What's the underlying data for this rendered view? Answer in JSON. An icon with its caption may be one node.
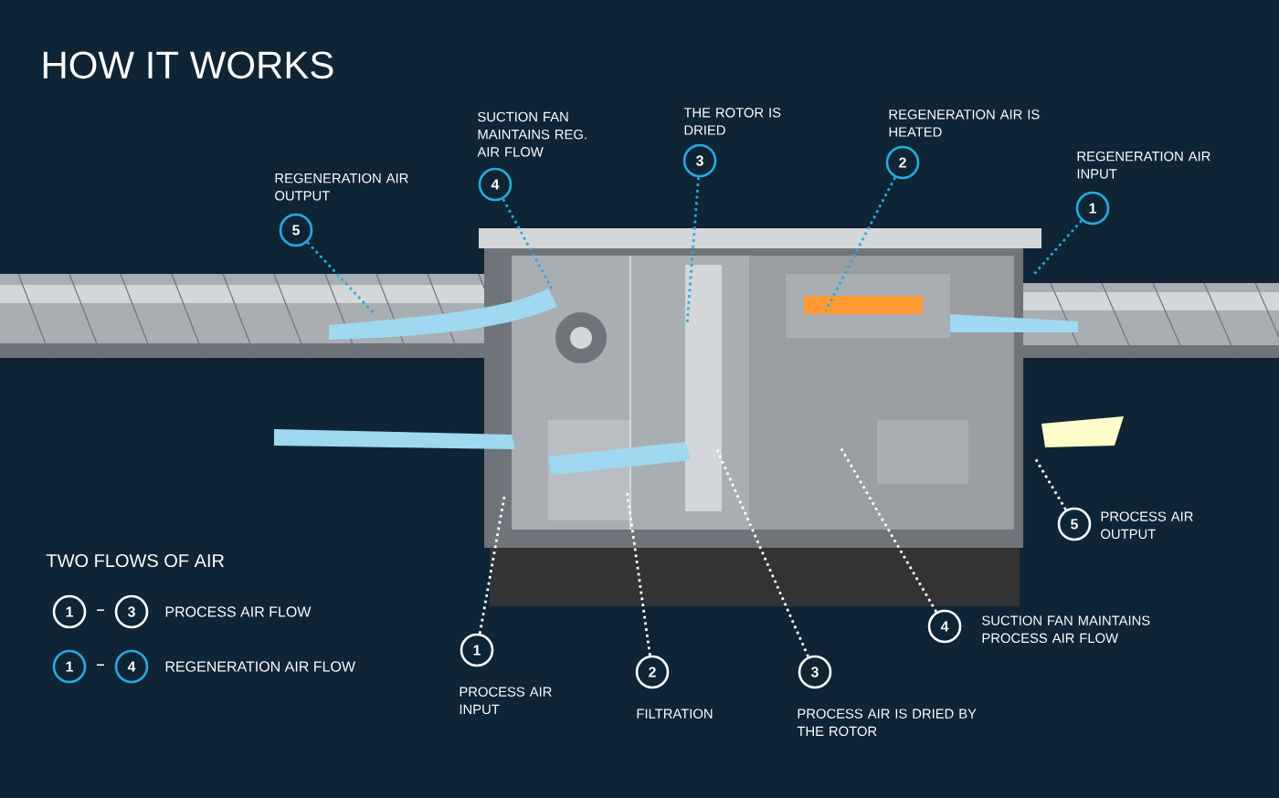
{
  "diagram": {
    "title": "HOW IT WORKS",
    "nodes": [
      {
        "text": [
          "4"
        ],
        "beside": [
          "SUCTION FAN MAINTAINS REG. AIR FLOW"
        ]
      },
      {
        "text": [
          "3"
        ],
        "beside": [
          "THE ROTOR IS DRIED"
        ]
      },
      {
        "text": [
          "2"
        ],
        "beside": [
          "REGENERATION AIR IS HEATED"
        ]
      },
      {
        "text": [
          "1"
        ],
        "beside": [
          "REGENERATION AIR INPUT"
        ]
      },
      {
        "text": [
          "5"
        ],
        "beside": [
          "REGENERATION AIR OUTPUT"
        ]
      },
      {
        "text": [
          "5"
        ],
        "beside": [
          "PROCESS AIR OUTPUT"
        ]
      },
      {
        "text": [
          "4"
        ],
        "beside": [
          "SUCTION FAN MAINTAINS PROCESS AIR FLOW"
        ]
      },
      {
        "text": [
          "1"
        ],
        "beside": [
          "PROCESS AIR INPUT"
        ]
      },
      {
        "text": [
          "2"
        ],
        "beside": [
          "FILTRATION"
        ]
      },
      {
        "text": [
          "3"
        ],
        "beside": [
          "PROCESS AIR IS DRIED BY THE ROTOR"
        ]
      },
      {
        "text": [
          "1"
        ]
      },
      {
        "text": [
          "3"
        ]
      },
      {
        "text": [
          "1"
        ]
      },
      {
        "text": [
          "4"
        ]
      }
    ],
    "edges": [
      {
        "from": 0,
        "to": null,
        "arrow": "none",
        "color": "#29a9e0"
      },
      {
        "from": 1,
        "to": null,
        "arrow": "none",
        "color": "#29a9e0"
      },
      {
        "from": 2,
        "to": null,
        "arrow": "none",
        "color": "#29a9e0"
      },
      {
        "from": 3,
        "to": null,
        "arrow": "none",
        "color": "#29a9e0"
      },
      {
        "from": 4,
        "to": null,
        "arrow": "none",
        "color": "#29a9e0"
      },
      {
        "from": 5,
        "to": null,
        "arrow": "none",
        "color": "#ffffff"
      },
      {
        "from": 6,
        "to": null,
        "arrow": "none",
        "color": "#ffffff"
      },
      {
        "from": 7,
        "to": null,
        "arrow": "none",
        "color": "#ffffff"
      },
      {
        "from": 8,
        "to": null,
        "arrow": "none",
        "color": "#ffffff"
      },
      {
        "from": 9,
        "to": null,
        "arrow": "none",
        "color": "#ffffff"
      }
    ],
    "labels": [
      "TWO FLOWS OF AIR",
      "–",
      "–"
    ],
    "legend": [
      {
        "text": "PROCESS AIR FLOW"
      },
      {
        "text": "REGENERATION AIR FLOW"
      }
    ]
  }
}
